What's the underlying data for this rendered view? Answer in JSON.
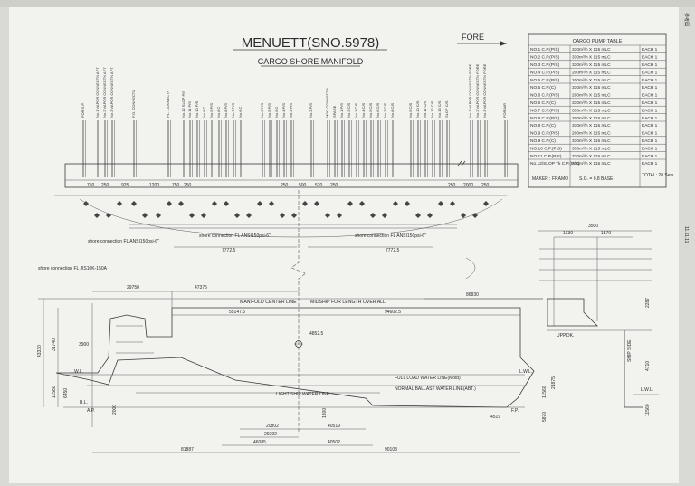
{
  "title": "MENUETT(SNO.5978)",
  "subtitle": "CARGO SHORE MANIFOLD",
  "fore_label": "FORE",
  "side_note_top": "参考図",
  "side_note_date": "11.11.11",
  "pump_table": {
    "title": "CARGO PUMP TABLE",
    "rows": [
      [
        "NO.1 C.P.(P/S)",
        "330m³/h X 115 mLC",
        "EACH 1"
      ],
      [
        "NO.2 C.P.(P/S)",
        "330m³/h X 115 mLC",
        "EACH 1"
      ],
      [
        "NO.3 C.P.(P/S)",
        "330m³/h X 115 mLC",
        "EACH 1"
      ],
      [
        "NO.4 C.P.(P/S)",
        "200m³/h X 115 mLC",
        "EACH 1"
      ],
      [
        "NO.5 C.P.(P/S)",
        "200m³/h X 115 mLC",
        "EACH 1"
      ],
      [
        "NO.5 C.P.(C)",
        "330m³/h X 115 mLC",
        "EACH 1"
      ],
      [
        "NO.6 C.P.(P/S)",
        "200m³/h X 115 mLC",
        "EACH 1"
      ],
      [
        "NO.6 C.P.(C)",
        "330m³/h X 115 mLC",
        "EACH 1"
      ],
      [
        "NO.7 C.P.(P/S)",
        "330m³/h X 115 mLC",
        "EACH 1"
      ],
      [
        "NO.8 C.P.(P/S)",
        "200m³/h X 115 mLC",
        "EACH 1"
      ],
      [
        "NO.8 C.P.(C)",
        "330m³/h X 115 mLC",
        "EACH 1"
      ],
      [
        "NO.9 C.P.(P/S)",
        "200m³/h X 115 mLC",
        "EACH 1"
      ],
      [
        "NO.9 C.P.(C)",
        "330m³/h X 115 mLC",
        "EACH 1"
      ],
      [
        "NO.10 C.P.(P/S)",
        "330m³/h X 115 mLC",
        "EACH 1"
      ],
      [
        "NO.11 C.P.(P/S)",
        "330m³/h X 115 mLC",
        "EACH 1"
      ],
      [
        "No.12/SLOP Tk C.P.(P/S)",
        "200m³/h X 115 mLC",
        "EACH 1"
      ]
    ],
    "maker": "MAKER : FRAMO",
    "sg": "S.G. = 0.8 BASE",
    "total": "TOTAL: 28 Sets"
  },
  "manifold_dims": {
    "d1": "750",
    "d2": "250",
    "d3": "925",
    "d4": "1200",
    "d5": "750",
    "d6": "250",
    "d7": "250",
    "d8": "500",
    "d9": "520",
    "d10": "250",
    "d11": "250",
    "d12": "2000",
    "d13": "250"
  },
  "shore_conn": {
    "left": "shore connection FL ANSI150psi-6\"",
    "mid": "shore connection FL ANSI150psi-6\"",
    "right": "shore connection FL ANSI150psi-6\"",
    "lower": "shore connection FL JIS10K-150A",
    "dim_left": "7772.5",
    "dim_right": "7772.5"
  },
  "profile": {
    "manifold_center": "MANIFOLD CENTER LINE",
    "midship": "MIDSHIP FOR LENGTH OVER ALL",
    "full_load": "FULL LOAD WATER LINE(Mold)",
    "normal_ballast": "NORMAL BALLAST WATER LINE(ABT.)",
    "light_ship": "LIGHT SHIP WATER LINE",
    "lwl": "L.W.L.",
    "bl": "B.L.",
    "ap": "A.P.",
    "fp": "F.P.",
    "upp_dk": "UPP.DK.",
    "ship_side": "SHIP SIDE",
    "dims": {
      "d29750": "29750",
      "d47375": "47375",
      "d86830": "86830",
      "d55147": "55147.5",
      "d94602": "94602.5",
      "d4852": "4852.5",
      "d3900": "3900",
      "d43330": "43330",
      "d31740": "31740",
      "d11580": "11580",
      "d6450": "6450",
      "d20802": "20802",
      "d29292": "29292",
      "d40519": "40519",
      "d46085": "46085",
      "d40502": "40502",
      "d81887": "81887",
      "d90103": "90103",
      "d4519": "4519",
      "d5870": "5870",
      "d3500": "3500",
      "d1630": "1630",
      "d1870": "1870",
      "d2287": "2287",
      "d4710": "4710",
      "d11560": "11560",
      "d21875": "21875",
      "d11560b": "11560",
      "d2000": "2000",
      "d1300": "1300"
    }
  },
  "valve_labels": [
    "FOR S.P.",
    "No.1 VAPOR CONNECTN APT",
    "No.2 VAPOR CONNECTN APT",
    "No.3 VAPOR CONNECTN APT",
    "F.O. CONNECTN",
    "P.L. CONNECTN",
    "No.12 SLOP P/S",
    "No.11 P/S",
    "No.10 P/S",
    "No.9 C",
    "No.9 P/S",
    "No.8 C",
    "No.8 P/S",
    "No.7 P/S",
    "No.6 C",
    "No.6 P/S",
    "No.5 P/S",
    "No.5 C",
    "No.4 P/S",
    "No.3 P/S",
    "No.2 P/S",
    "MDO CONNECTN",
    "SPARE",
    "No.1 P/S",
    "No.2 C/S",
    "No.3 C/S",
    "No.4 C/S",
    "No.5 C/S",
    "No.6 C/S",
    "No.7 C/S",
    "No.8 C/S",
    "No.9 C/S",
    "No.10 C/S",
    "No.11 C/S",
    "No.12 C/S",
    "No.13 C/S",
    "SLOP C/S",
    "No.1 VAPOR CONNECTN FORE",
    "No.2 VAPOR CONNECTN FORE",
    "No.3 VAPOR CONNECTN FORE",
    "FOR AIR",
    "FOR S.P."
  ]
}
